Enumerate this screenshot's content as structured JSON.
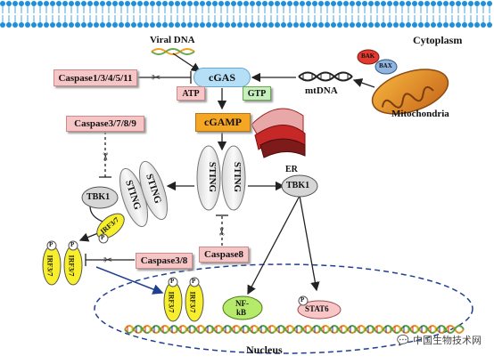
{
  "compartments": {
    "cytoplasm": "Cytoplasm",
    "nucleus": "Nucleus",
    "mitochondria": "Mitochondria",
    "er": "ER"
  },
  "molecules": {
    "viral_dna": "Viral DNA",
    "mtdna": "mtDNA",
    "cgas": "cGAS",
    "atp": "ATP",
    "gtp": "GTP",
    "cgamp": "cGAMP",
    "sting": "STING",
    "tbk1": "TBK1",
    "irf37": "IRF3/7",
    "nfkb_line1": "NF-",
    "nfkb_line2": "kB",
    "stat6": "STAT6",
    "bak": "BAK",
    "bax": "BAX",
    "phospho": "P"
  },
  "caspases": {
    "c1": "Caspase1/3/4/5/11",
    "c2": "Caspase3/7/8/9",
    "c3": "Caspase3/8",
    "c4": "Caspase8"
  },
  "watermark": "中国生物技术网",
  "colors": {
    "membrane": "#1e8fd8",
    "cgas_fill": "#b5dff7",
    "cgamp_fill": "#f5a623",
    "caspase_fill": "#f6c5c5",
    "irf_fill": "#f7ee2c",
    "nfkb_fill": "#b6ea6a",
    "stat6_fill": "#f8c6c6",
    "sting_fill": "#eeeeee",
    "nucleus_border": "#1f3f8f"
  }
}
